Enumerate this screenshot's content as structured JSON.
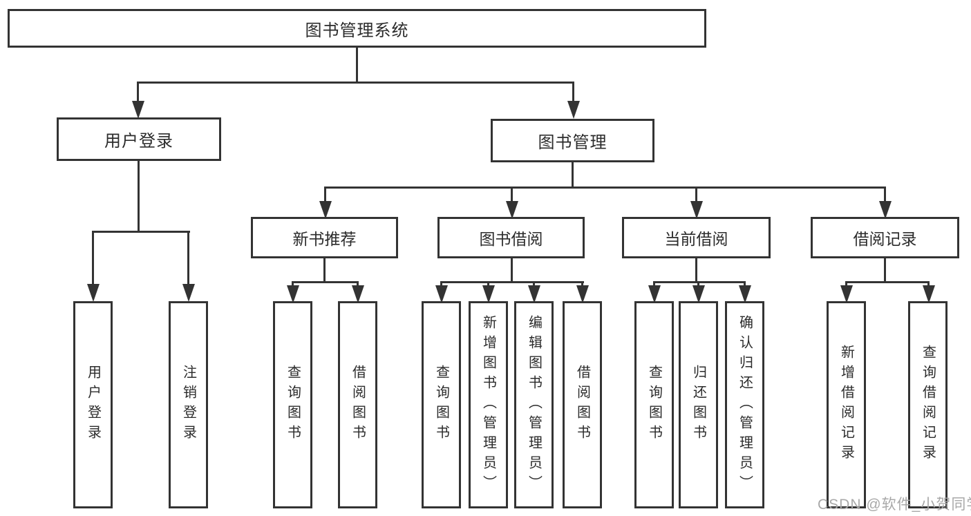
{
  "diagram_title": "图书管理系统",
  "tree": {
    "root": "图书管理系统",
    "branches": [
      {
        "label": "用户登录",
        "children": [
          "用户登录",
          "注销登录"
        ]
      },
      {
        "label": "图书管理",
        "groups": [
          {
            "label": "新书推荐",
            "children": [
              "查询图书",
              "借阅图书"
            ]
          },
          {
            "label": "图书借阅",
            "children": [
              "查询图书",
              "新增图书（管理员）",
              "编辑图书（管理员）",
              "借阅图书"
            ]
          },
          {
            "label": "当前借阅",
            "children": [
              "查询图书",
              "归还图书",
              "确认归还（管理员）"
            ]
          },
          {
            "label": "借阅记录",
            "children": [
              "新增借阅记录",
              "查询借阅记录"
            ]
          }
        ]
      }
    ]
  },
  "watermark": "CSDN @软件_小贺同学",
  "colors": {
    "line": "#333333",
    "text": "#2b2b2b",
    "watermark": "#a8a8a8",
    "background": "#ffffff"
  }
}
